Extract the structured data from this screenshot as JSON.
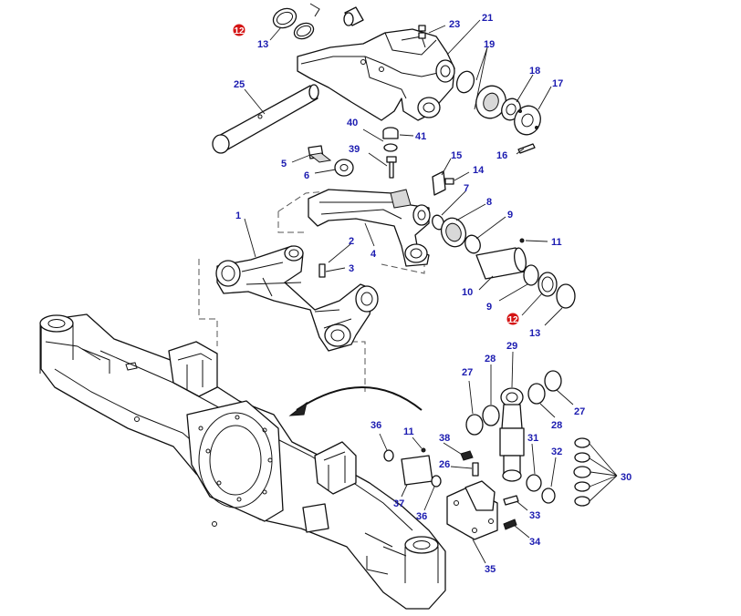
{
  "colors": {
    "callout": "#1b1bb0",
    "badge": "#d41414",
    "line": "#111111"
  },
  "callouts": {
    "c1": "1",
    "c2": "2",
    "c3": "3",
    "c4": "4",
    "c5": "5",
    "c6": "6",
    "c7": "7",
    "c8": "8",
    "c9a": "9",
    "c9b": "9",
    "c10": "10",
    "c11a": "11",
    "c11b": "11",
    "c12a": "12",
    "c12b": "12",
    "c13a": "13",
    "c13b": "13",
    "c14": "14",
    "c15": "15",
    "c16": "16",
    "c17": "17",
    "c18": "18",
    "c19": "19",
    "c21": "21",
    "c23": "23",
    "c25": "25",
    "c26": "26",
    "c27a": "27",
    "c27b": "27",
    "c28a": "28",
    "c28b": "28",
    "c29": "29",
    "c30": "30",
    "c31": "31",
    "c32": "32",
    "c33": "33",
    "c34": "34",
    "c35": "35",
    "c36a": "36",
    "c36b": "36",
    "c37": "37",
    "c38": "38",
    "c39": "39",
    "c40": "40",
    "c41": "41"
  }
}
